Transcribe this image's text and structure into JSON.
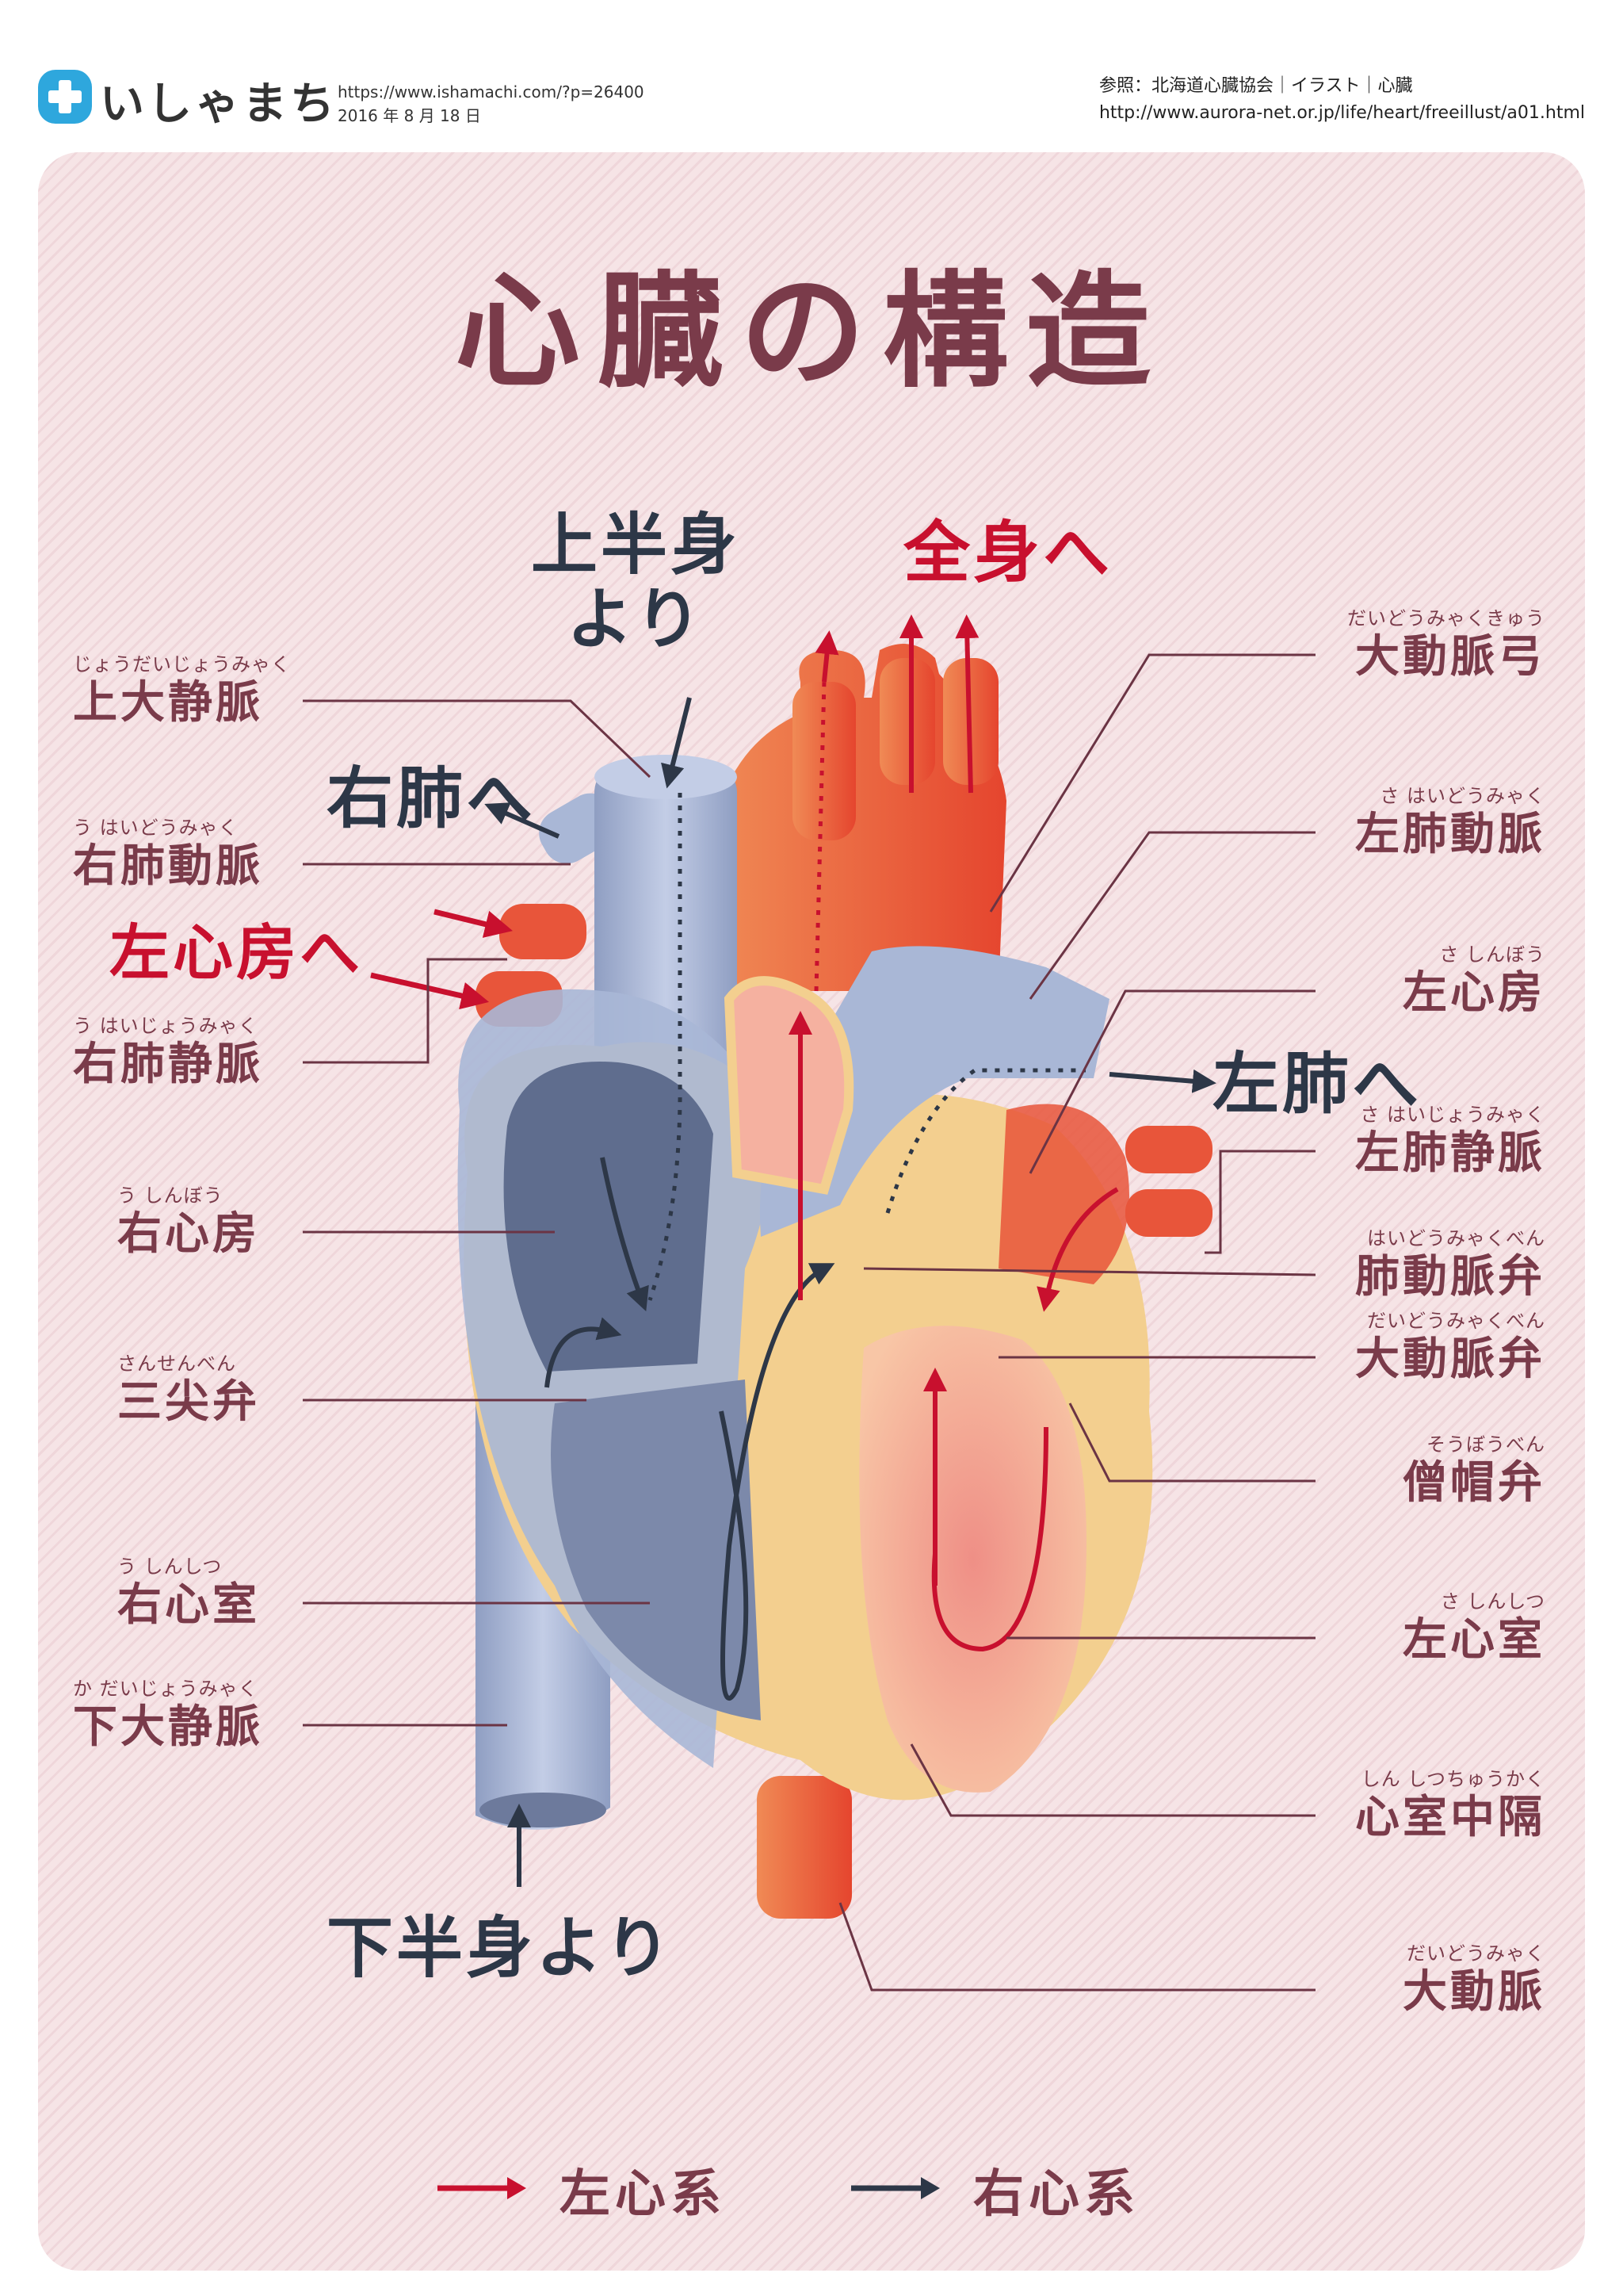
{
  "header": {
    "logo_text": "いしゃまち",
    "url": "https://www.ishamachi.com/?p=26400",
    "date": "2016 年 8 月 18 日",
    "reference": "参照：北海道心臓協会｜イラスト｜心臓",
    "reference_url": "http://www.aurora-net.or.jp/life/heart/freeillust/a01.html"
  },
  "title": "心臓の構造",
  "flows": {
    "from_upper": "上半身\nより",
    "to_body": "全身へ",
    "to_right_lung": "右肺へ",
    "to_left_atrium": "左心房へ",
    "to_left_lung": "左肺へ",
    "from_lower": "下半身より"
  },
  "labels_left": [
    {
      "ruby": "じょうだいじょうみゃく",
      "name": "上大静脈"
    },
    {
      "ruby": "う はいどうみゃく",
      "name": "右肺動脈"
    },
    {
      "ruby": "う はいじょうみゃく",
      "name": "右肺静脈"
    },
    {
      "ruby": "う しんぼう",
      "name": "右心房"
    },
    {
      "ruby": "さんせんべん",
      "name": "三尖弁"
    },
    {
      "ruby": "う しんしつ",
      "name": "右心室"
    },
    {
      "ruby": "か だいじょうみゃく",
      "name": "下大静脈"
    }
  ],
  "labels_right": [
    {
      "ruby": "だいどうみゃくきゅう",
      "name": "大動脈弓"
    },
    {
      "ruby": "さ はいどうみゃく",
      "name": "左肺動脈"
    },
    {
      "ruby": "さ しんぼう",
      "name": "左心房"
    },
    {
      "ruby": "さ はいじょうみゃく",
      "name": "左肺静脈"
    },
    {
      "ruby": "はいどうみゃくべん",
      "name": "肺動脈弁"
    },
    {
      "ruby": "だいどうみゃくべん",
      "name": "大動脈弁"
    },
    {
      "ruby": "そうぼうべん",
      "name": "僧帽弁"
    },
    {
      "ruby": "さ しんしつ",
      "name": "左心室"
    },
    {
      "ruby": "しん しつちゅうかく",
      "name": "心室中隔"
    },
    {
      "ruby": "だいどうみゃく",
      "name": "大動脈"
    }
  ],
  "legend": {
    "left_system": "左心系",
    "right_system": "右心系",
    "left_color": "#c8102e",
    "right_color": "#2d3747"
  },
  "colors": {
    "title": "#7a3b4a",
    "vein_blue": "#a9b7d6",
    "artery_red": "#e8553a",
    "muscle_yellow": "#f3cf8f"
  }
}
